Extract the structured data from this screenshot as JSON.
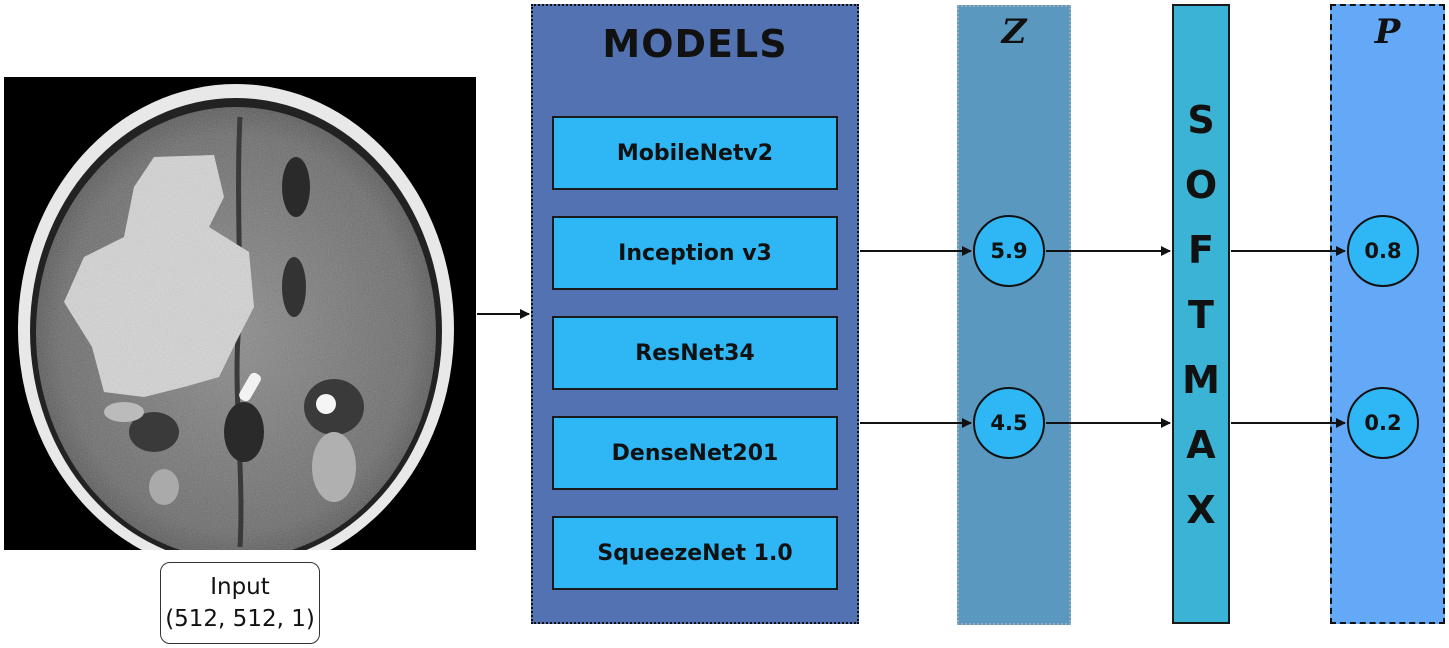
{
  "input": {
    "line1": "Input",
    "line2": "(512, 512, 1)"
  },
  "models": {
    "title": "MODELS",
    "items": [
      "MobileNetv2",
      "Inception v3",
      "ResNet34",
      "DenseNet201",
      "SqueezeNet 1.0"
    ]
  },
  "z": {
    "label": "Z",
    "values": [
      "5.9",
      "4.5"
    ]
  },
  "softmax": {
    "letters": [
      "S",
      "O",
      "F",
      "T",
      "M",
      "A",
      "X"
    ]
  },
  "p": {
    "label": "P",
    "values": [
      "0.8",
      "0.2"
    ]
  },
  "colors": {
    "models_panel": "#5272b2",
    "model_box": "#2fb6f5",
    "z_column": "#5a98bf",
    "softmax": "#3ab3d4",
    "p_column": "#64a8f8"
  }
}
